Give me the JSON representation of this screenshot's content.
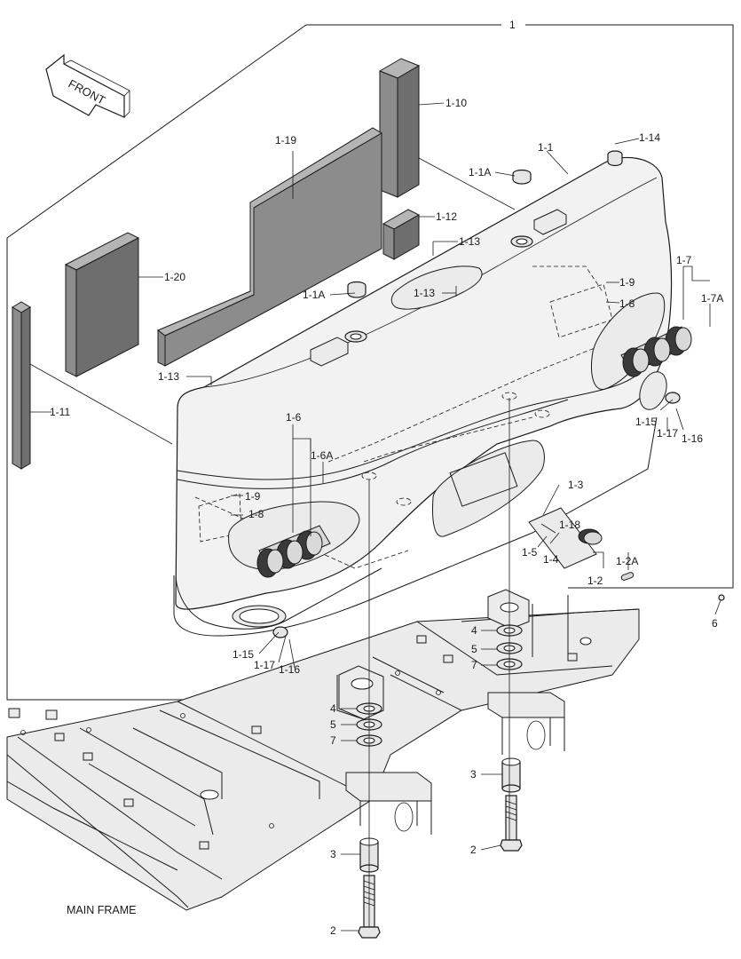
{
  "figure": {
    "callouts": {
      "c1": "1",
      "c1_1": "1-1",
      "c1_1A_top": "1-1A",
      "c1_1A_mid": "1-1A",
      "c1_2": "1-2",
      "c1_2A": "1-2A",
      "c1_3": "1-3",
      "c1_4": "1-4",
      "c1_5": "1-5",
      "c1_6": "1-6",
      "c1_6A": "1-6A",
      "c1_7": "1-7",
      "c1_7A": "1-7A",
      "c1_8_left": "1-8",
      "c1_8_right": "1-8",
      "c1_9_left": "1-9",
      "c1_9_right": "1-9",
      "c1_10": "1-10",
      "c1_11": "1-11",
      "c1_12": "1-12",
      "c1_13_a": "1-13",
      "c1_13_b": "1-13",
      "c1_13_c": "1-13",
      "c1_14": "1-14",
      "c1_15_left": "1-15",
      "c1_15_right": "1-15",
      "c1_16_left": "1-16",
      "c1_16_right": "1-16",
      "c1_17_left": "1-17",
      "c1_17_right": "1-17",
      "c1_18": "1-18",
      "c1_19": "1-19",
      "c1_20": "1-20",
      "c2_left": "2",
      "c2_right": "2",
      "c3_left": "3",
      "c3_right": "3",
      "c4_left": "4",
      "c4_right": "4",
      "c5_left": "5",
      "c5_right": "5",
      "c6": "6",
      "c7_left": "7",
      "c7_right": "7"
    },
    "front_arrow": "FRONT",
    "main_frame_label": "MAIN FRAME"
  }
}
